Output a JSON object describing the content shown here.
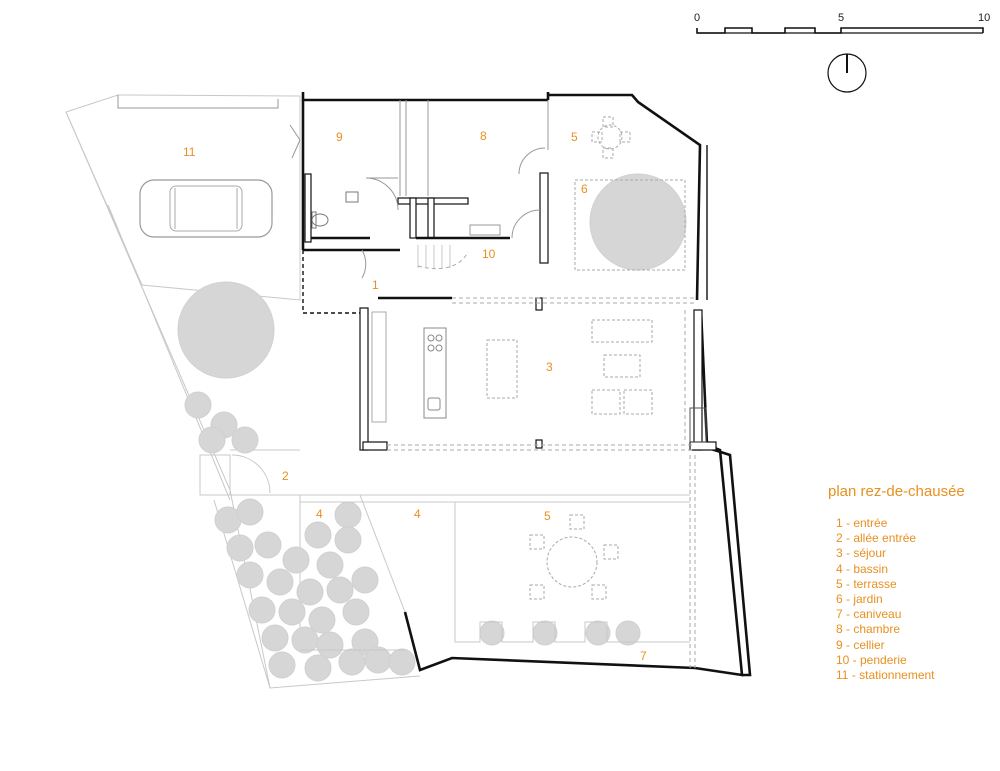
{
  "scale": {
    "ticks": [
      "0",
      "5",
      "10"
    ]
  },
  "rooms": [
    {
      "id": "r11",
      "label": "11"
    },
    {
      "id": "r9",
      "label": "9"
    },
    {
      "id": "r8",
      "label": "8"
    },
    {
      "id": "r5a",
      "label": "5"
    },
    {
      "id": "r6",
      "label": "6"
    },
    {
      "id": "r10",
      "label": "10"
    },
    {
      "id": "r1",
      "label": "1"
    },
    {
      "id": "r3",
      "label": "3"
    },
    {
      "id": "r2",
      "label": "2"
    },
    {
      "id": "r4a",
      "label": "4"
    },
    {
      "id": "r4b",
      "label": "4"
    },
    {
      "id": "r5b",
      "label": "5"
    },
    {
      "id": "r7",
      "label": "7"
    }
  ],
  "legend": {
    "title": "plan rez-de-chausée",
    "items": [
      "1 - entrée",
      "2 - allée entrée",
      "3 - séjour",
      "4 - bassin",
      "5 - terrasse",
      "6 - jardin",
      "7 - caniveau",
      "8 - chambre",
      "9 - cellier",
      "10 - penderie",
      "11 - stationnement"
    ]
  }
}
